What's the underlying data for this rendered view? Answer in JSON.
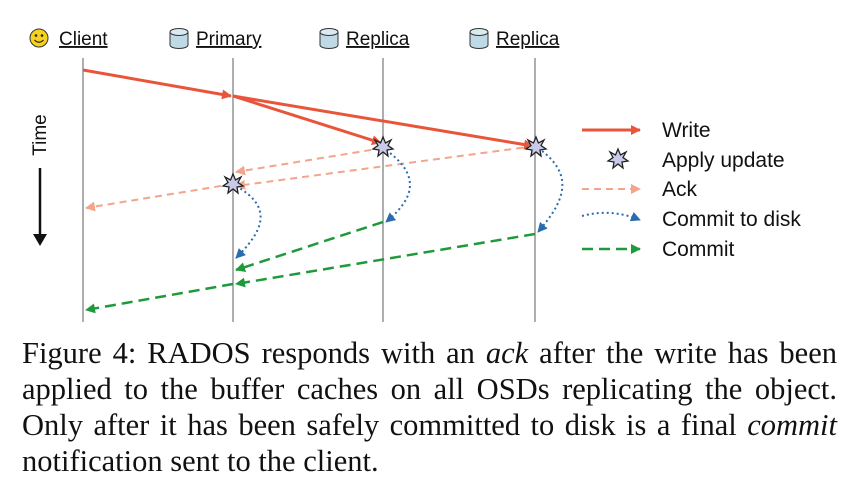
{
  "lanes": [
    {
      "label": "Client",
      "icon": "smiley-icon"
    },
    {
      "label": "Primary",
      "icon": "disk-icon"
    },
    {
      "label": "Replica",
      "icon": "disk-icon"
    },
    {
      "label": "Replica",
      "icon": "disk-icon"
    }
  ],
  "time_label": "Time",
  "legend": {
    "write": "Write",
    "apply": "Apply update",
    "ack": "Ack",
    "commit_disk": "Commit to disk",
    "commit": "Commit"
  },
  "colors": {
    "write": "#e8553a",
    "ack": "#f2a58a",
    "commit_disk": "#2b6cb0",
    "commit": "#1f9a3a",
    "lane": "#9a9a9a",
    "smiley": "#f7d21b"
  },
  "caption": {
    "part1": "Figure 4: RADOS responds with an ",
    "em1": "ack",
    "part2": " after the write has been applied to the buffer caches on all OSDs replicating the object. Only after it has been safely committed to disk is a final ",
    "em2": "commit",
    "part3": " notification sent to the client."
  }
}
